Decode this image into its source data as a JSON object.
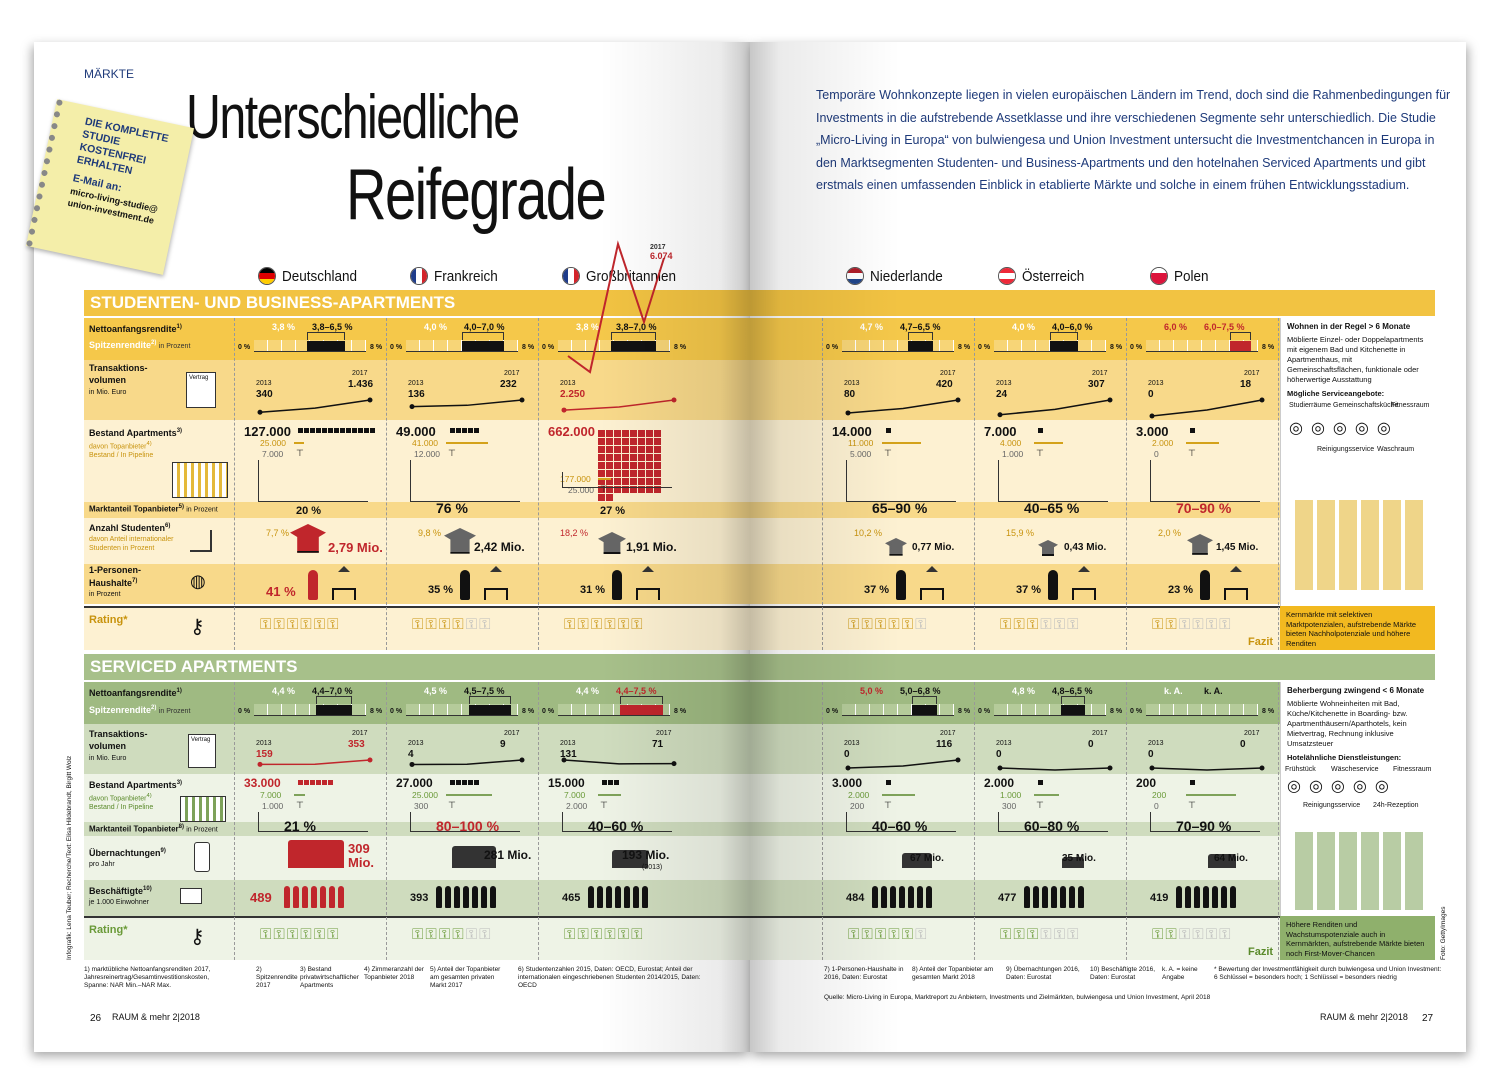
{
  "header": {
    "section": "MÄRKTE",
    "title_line1": "Unterschiedliche",
    "title_line2": "Reifegrade",
    "intro": "Temporäre Wohnkonzepte liegen in vielen europäischen Ländern im Trend, doch sind die Rahmenbedingungen für Investments in die aufstrebende Assetklasse und ihre verschiedenen Segmente sehr unterschiedlich. Die Studie „Micro-Living in Europa“ von bulwiengesa und Union Investment untersucht die Investmentchancen in Europa in den Marktsegmenten Studenten- und Business-Apartments und den hotelnahen Serviced Apartments und gibt erstmals einen umfassenden Einblick in etablierte Märkte und solche in einem frühen Entwicklungsstadium."
  },
  "sticky": {
    "line1": "DIE KOMPLETTE",
    "line2": "STUDIE",
    "line3": "KOSTENFREI",
    "line4": "ERHALTEN",
    "email_label": "E-Mail an:",
    "email1": "micro-living-studie@",
    "email2": "union-investment.de"
  },
  "countries": [
    "Deutschland",
    "Frankreich",
    "Großbritannien",
    "Niederlande",
    "Österreich",
    "Polen"
  ],
  "section1": {
    "title": "STUDENTEN- UND BUSINESS-APARTMENTS",
    "labels": {
      "rendite": "Nettoanfangsrendite",
      "rendite_sup": "1)",
      "spitzen": "Spitzenrendite",
      "spitzen_sup": "2)",
      "in_prozent": "in Prozent",
      "trans1": "Transaktions-",
      "trans2": "volumen",
      "trans_unit": "in Mio. Euro",
      "vertrag": "Vertrag",
      "bestand": "Bestand Apartments",
      "bestand_sup": "3)",
      "topanbieter": "davon Topanbieter",
      "topanbieter_sup": "4)",
      "bestand_pipe": "Bestand / In Pipeline",
      "marktanteil": "Marktanteil Topanbieter",
      "marktanteil_sup": "5)",
      "marktanteil_unit": "in Prozent",
      "studenten": "Anzahl Studenten",
      "studenten_sup": "6)",
      "studenten_sub1": "davon Anteil internationaler",
      "studenten_sub2": "Studenten in Prozent",
      "haushalte1": "1-Personen-",
      "haushalte2": "Haushalte",
      "haushalte_sup": "7)",
      "haushalte_unit": "in Prozent",
      "rating": "Rating"
    },
    "data": [
      {
        "r1": "3,8 %",
        "r2": "3,8–6,5 %",
        "y0": "2013",
        "y1": "2017",
        "v0": "340",
        "v1": "1.436",
        "bestand": "127.000",
        "top": "25.000",
        "pipe": "7.000",
        "markt": "20 %",
        "intl": "7,7 %",
        "studenten": "2,79 Mio.",
        "hh": "41 %",
        "keys": "⚷⚷⚷⚷⚷⚷"
      },
      {
        "r1": "4,0 %",
        "r2": "4,0–7,0 %",
        "y0": "2013",
        "y1": "2017",
        "v0": "136",
        "v1": "232",
        "bestand": "49.000",
        "top": "41.000",
        "pipe": "12.000",
        "markt": "76 %",
        "intl": "9,8 %",
        "studenten": "2,42 Mio.",
        "hh": "35 %",
        "keys": "⚷⚷⚷⚷⚷⚷"
      },
      {
        "r1": "3,8 %",
        "r2": "3,8–7,0 %",
        "y0": "2013",
        "y1": "2017",
        "v0": "2.250",
        "v1": "6.074",
        "bestand": "662.000",
        "top": "177.000",
        "pipe": "25.000",
        "markt": "27 %",
        "intl": "18,2 %",
        "studenten": "1,91 Mio.",
        "hh": "31 %",
        "keys": "⚷⚷⚷⚷⚷⚷"
      },
      {
        "r1": "4,7 %",
        "r2": "4,7–6,5 %",
        "y0": "2013",
        "y1": "2017",
        "v0": "80",
        "v1": "420",
        "bestand": "14.000",
        "top": "11.000",
        "pipe": "5.000",
        "markt": "65–90 %",
        "intl": "10,2 %",
        "studenten": "0,77 Mio.",
        "hh": "37 %",
        "keys": "⚷⚷⚷⚷⚷⚷"
      },
      {
        "r1": "4,0 %",
        "r2": "4,0–6,0 %",
        "y0": "2013",
        "y1": "2017",
        "v0": "24",
        "v1": "307",
        "bestand": "7.000",
        "top": "4.000",
        "pipe": "1.000",
        "markt": "40–65 %",
        "intl": "15,9 %",
        "studenten": "0,43 Mio.",
        "hh": "37 %",
        "keys": "⚷⚷⚷⚷⚷⚷"
      },
      {
        "r1": "6,0 %",
        "r2": "6,0–7,5 %",
        "y0": "2013",
        "y1": "2017",
        "v0": "0",
        "v1": "18",
        "bestand": "3.000",
        "top": "2.000",
        "pipe": "0",
        "markt": "70–90 %",
        "intl": "2,0 %",
        "studenten": "1,45 Mio.",
        "hh": "23 %",
        "keys": "⚷⚷⚷⚷⚷⚷"
      }
    ],
    "side": {
      "head": "Wohnen in der Regel > 6 Monate",
      "text": "Möblierte Einzel- oder Doppelapartments mit eigenem Bad und Kitchenette in Apartmenthaus, mit Gemeinschaftsflächen, funktionale oder höherwertige Ausstattung",
      "services_head": "Mögliche Serviceangebote:",
      "s1": "Studierräume",
      "s2": "Gemeinschaftsküche",
      "s3": "Fitnessraum",
      "s4": "Reinigungsservice",
      "s5": "Waschraum",
      "fazit": "Kernmärkte mit selektiven Marktpotenzialen, aufstrebende Märkte bieten Nachholpotenziale und höhere Renditen",
      "fazit_label": "Fazit"
    }
  },
  "section2": {
    "title": "SERVICED APARTMENTS",
    "labels": {
      "uebernachtungen": "Übernachtungen",
      "uebernachtungen_sup": "9)",
      "pro_jahr": "pro Jahr",
      "beschaeftigte": "Beschäftigte",
      "beschaeftigte_sup": "10)",
      "je": "je 1.000 Einwohner",
      "marktanteil_sup": "8)"
    },
    "data": [
      {
        "r1": "4,4 %",
        "r2": "4,4–7,0 %",
        "v0": "159",
        "v1": "353",
        "bestand": "33.000",
        "top": "7.000",
        "pipe": "1.000",
        "markt": "21 %",
        "nights": "309 Mio.",
        "nights_extra": "",
        "emp": "489"
      },
      {
        "r1": "4,5 %",
        "r2": "4,5–7,5 %",
        "v0": "4",
        "v1": "9",
        "bestand": "27.000",
        "top": "25.000",
        "pipe": "300",
        "markt": "80–100 %",
        "nights": "281 Mio.",
        "nights_extra": "",
        "emp": "393"
      },
      {
        "r1": "4,4 %",
        "r2": "4,4–7,5 %",
        "v0": "131",
        "v1": "71",
        "bestand": "15.000",
        "top": "7.000",
        "pipe": "2.000",
        "markt": "40–60 %",
        "nights": "193 Mio.",
        "nights_extra": "(2013)",
        "emp": "465"
      },
      {
        "r1": "5,0 %",
        "r2": "5,0–6,8 %",
        "v0": "0",
        "v1": "116",
        "bestand": "3.000",
        "top": "2.000",
        "pipe": "200",
        "markt": "40–60 %",
        "nights": "67 Mio.",
        "nights_extra": "",
        "emp": "484"
      },
      {
        "r1": "4,8 %",
        "r2": "4,8–6,5 %",
        "v0": "0",
        "v1": "0",
        "bestand": "2.000",
        "top": "1.000",
        "pipe": "300",
        "markt": "60–80 %",
        "nights": "35 Mio.",
        "nights_extra": "",
        "emp": "477"
      },
      {
        "r1": "k. A.",
        "r2": "k. A.",
        "v0": "0",
        "v1": "0",
        "bestand": "200",
        "top": "200",
        "pipe": "0",
        "markt": "70–90 %",
        "nights": "64 Mio.",
        "nights_extra": "",
        "emp": "419"
      }
    ],
    "side": {
      "head": "Beherbergung zwingend < 6 Monate",
      "text": "Möblierte Wohneinheiten mit Bad, Küche/Kitchenette in Boarding- bzw. Apartmenthäusern/Aparthotels, kein Mietvertrag, Rechnung inklusive Umsatzsteuer",
      "services_head": "Hotelähnliche Dienstleistungen:",
      "s1": "Frühstück",
      "s2": "Wäscheservice",
      "s3": "Fitnessraum",
      "s4": "Reinigungsservice",
      "s5": "24h-Rezeption",
      "fazit": "Höhere Renditen und Wachstumspotenziale auch in Kernmärkten, aufstrebende Märkte bieten noch First-Mover-Chancen",
      "fazit_label": "Fazit"
    }
  },
  "axis": {
    "zero": "0 %",
    "eight": "8 %"
  },
  "footnotes": {
    "f1": "1) marktübliche Nettoanfangsrenditen 2017, Jahresreinertrag/Gesamtinvestitionskosten, Spanne: NAR Min.–NAR Max.",
    "f2": "2) Spitzenrendite 2017",
    "f3": "3) Bestand privatwirtschaftlicher Apartments",
    "f4": "4) Zimmeranzahl der Topanbieter 2018",
    "f5": "5) Anteil der Topanbieter am gesamten privaten Markt 2017",
    "f6": "6) Studentenzahlen 2015, Daten: OECD, Eurostat; Anteil der internationalen eingeschriebenen Studenten 2014/2015, Daten: OECD",
    "f7": "7) 1-Personen-Haushalte in 2016, Daten: Eurostat",
    "f8": "8) Anteil der Topanbieter am gesamten Markt 2018",
    "f9": "9) Übernachtungen 2016, Daten: Eurostat",
    "f10": "10) Beschäftigte 2016, Daten: Eurostat",
    "f11": "k. A. = keine Angabe",
    "f12": "* Bewertung der Investmentfähigkeit durch bulwiengesa und Union Investment: 6 Schlüssel = besonders hoch; 1 Schlüssel = besonders niedrig",
    "quelle": "Quelle: Micro-Living in Europa, Marktreport zu Anbietern, Investments und Zielmärkten, bulwiengesa und Union Investment, April 2018",
    "credit": "Infografik: Lena Teuber; Recherche/Text: Elisa Hildebrandt, Birgitt Wolz",
    "foto": "Foto: GettyImages"
  },
  "pages": {
    "left_num": "26",
    "left_mag": "RAUM & mehr 2|2018",
    "right_mag": "RAUM & mehr 2|2018",
    "right_num": "27"
  }
}
